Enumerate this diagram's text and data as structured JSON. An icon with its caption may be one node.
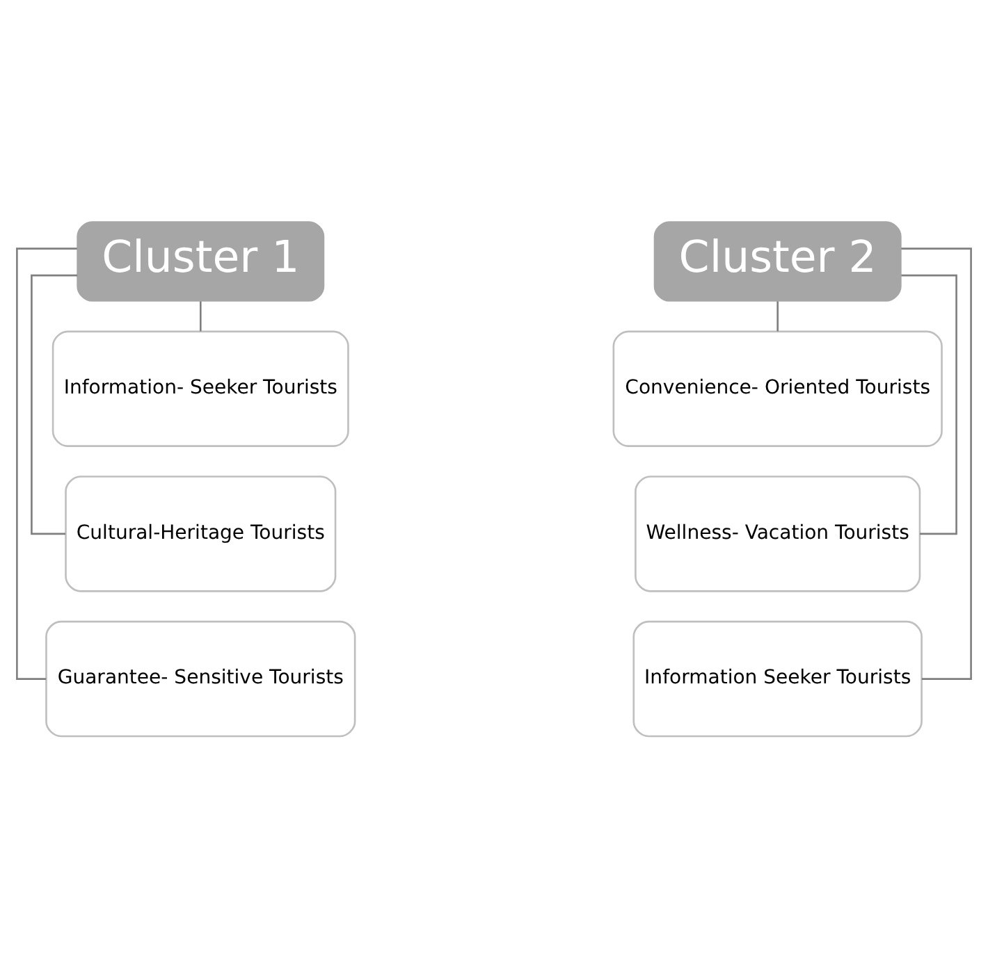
{
  "diagram": {
    "nodes": [
      {
        "text": [
          "Cluster 1"
        ]
      },
      {
        "text": [
          "Information- Seeker Tourists"
        ]
      },
      {
        "text": [
          "Cultural-Heritage Tourists"
        ]
      },
      {
        "text": [
          "Guarantee- Sensitive Tourists"
        ]
      },
      {
        "text": [
          "Cluster 2"
        ]
      },
      {
        "text": [
          "Convenience- Oriented Tourists"
        ]
      },
      {
        "text": [
          "Wellness- Vacation Tourists"
        ]
      },
      {
        "text": [
          "Information Seeker Tourists"
        ]
      }
    ],
    "edges": [
      {
        "from": 0,
        "to": 1,
        "arrow": "none"
      },
      {
        "from": 0,
        "to": 2,
        "arrow": "none"
      },
      {
        "from": 0,
        "to": 3,
        "arrow": "none"
      },
      {
        "from": 4,
        "to": 5,
        "arrow": "none"
      },
      {
        "from": 4,
        "to": 6,
        "arrow": "none"
      },
      {
        "from": 4,
        "to": 7,
        "arrow": "none"
      }
    ]
  }
}
